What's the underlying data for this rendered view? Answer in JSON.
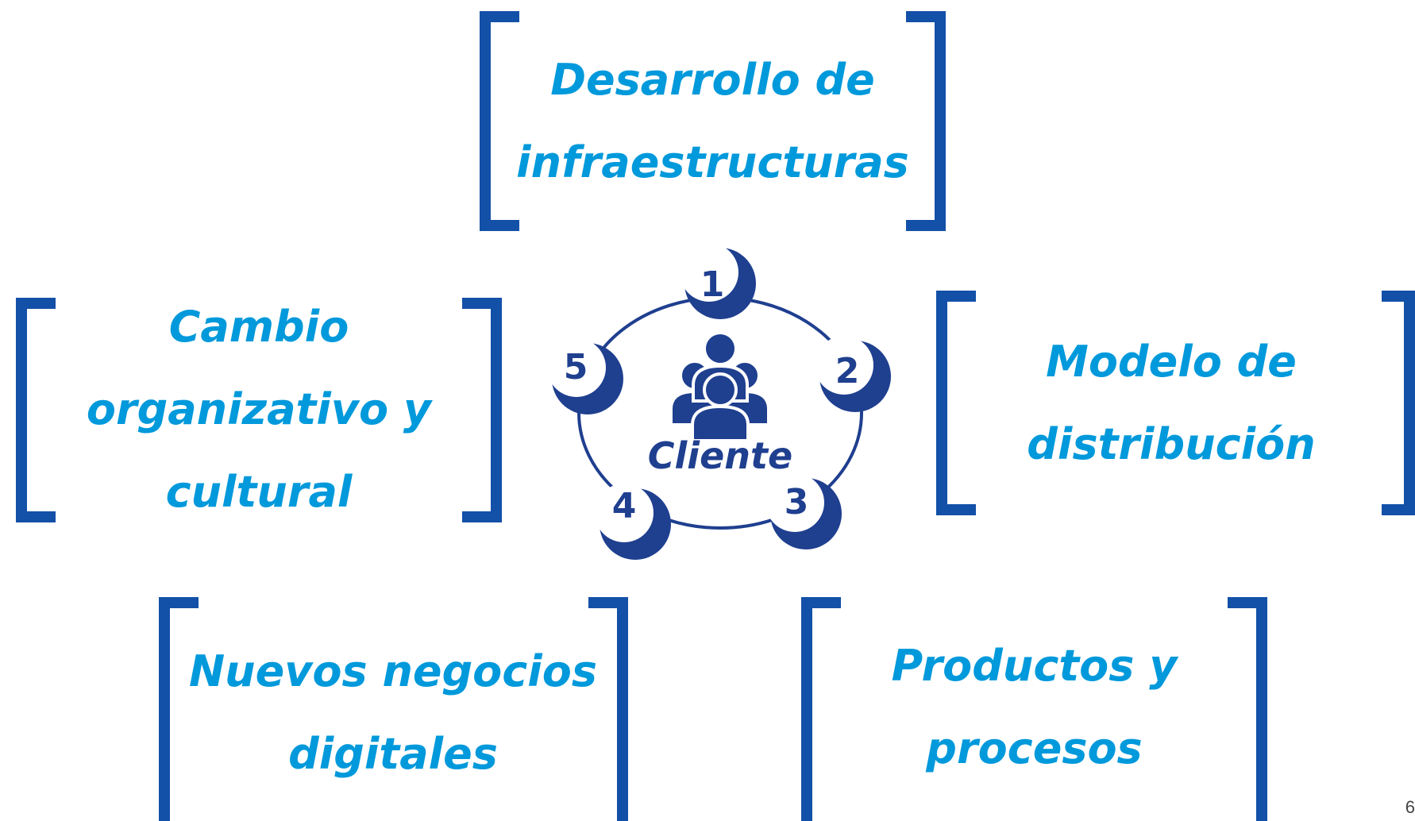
{
  "colors": {
    "bracket": "#1350a8",
    "text": "#0099db",
    "center": "#1f3f8f"
  },
  "boxes": {
    "infraestructuras": "Desarrollo de\ninfraestructuras",
    "cambio": "Cambio\norganizativo y\ncultural",
    "modelo": "Modelo de\ndistribución",
    "nuevos": "Nuevos negocios\ndigitales",
    "productos": "Productos y\nprocesos"
  },
  "center": {
    "label": "Cliente",
    "icon": "users-group-icon",
    "steps": [
      "1",
      "2",
      "3",
      "4",
      "5"
    ]
  },
  "page_number": "6"
}
